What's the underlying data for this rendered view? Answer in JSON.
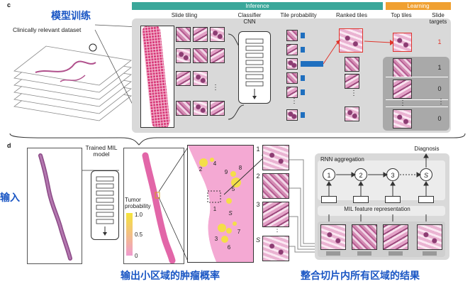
{
  "panel_c": {
    "letter": "c",
    "cn_title": "模型训练",
    "dataset_label": "Clinically relevant dataset",
    "inference_label": "Inference",
    "learning_label": "Learning",
    "headers": {
      "slide_tiling": "Slide tiling",
      "classifier": "Classifier CNN",
      "tile_probability": "Tile probability",
      "ranked_tiles": "Ranked tiles",
      "top_tiles": "Top tiles",
      "slide_targets": "Slide targets"
    },
    "slide_targets": [
      "1",
      "1",
      "0",
      "0"
    ],
    "ellipsis": "⋮",
    "ellipsis_h": "…",
    "colors": {
      "inference": "#3aa79a",
      "learning": "#f0a030",
      "target_highlight": "#e0342b",
      "prob_bar": "#1f6fbf"
    }
  },
  "panel_d": {
    "letter": "d",
    "cn_input": "输入",
    "trained_label": "Trained MIL model",
    "tumor_prob_label": "Tumor probability",
    "scale_max": "1.0",
    "scale_mid": "0.5",
    "scale_min": "0",
    "hotspot_numbers": [
      "1",
      "2",
      "3",
      "4",
      "5",
      "6",
      "7",
      "8",
      "9",
      "S"
    ],
    "tile_indices": [
      "1",
      "2",
      "3",
      "S"
    ],
    "diagnosis_label": "Diagnosis",
    "rnn_label": "RNN aggregation",
    "mil_feature_label": "MIL feature representation",
    "rnn_nodes": [
      "1",
      "2",
      "3",
      "S"
    ],
    "cn_left": "输出小区域的肿瘤概率",
    "cn_right": "整合切片内所有区域的结果"
  }
}
